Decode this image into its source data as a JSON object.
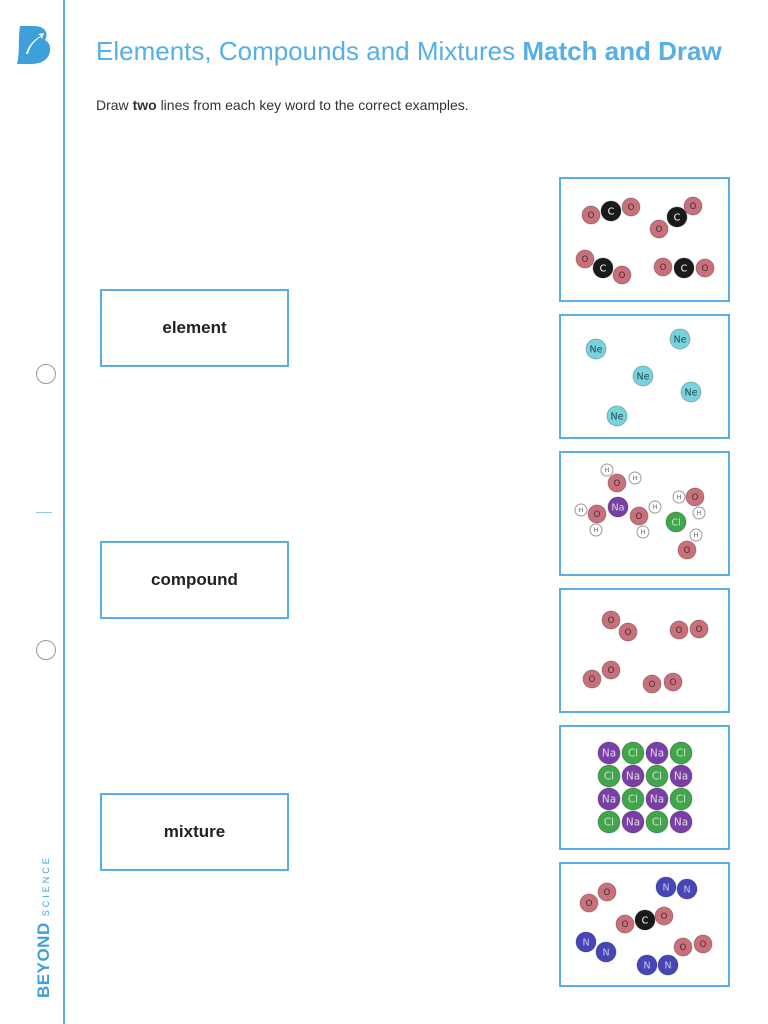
{
  "header": {
    "title_regular": "Elements, Compounds and Mixtures",
    "title_bold": "Match and Draw"
  },
  "instructions": {
    "before": "Draw",
    "emphasis": "two",
    "after": "lines from each key word to the correct examples."
  },
  "key_words": [
    "element",
    "compound",
    "mixture"
  ],
  "brand": {
    "main": "BEYOND",
    "sub": "SCIENCE"
  },
  "colors": {
    "accent": "#5aaee3",
    "title": "#56afe6",
    "oxygen": "#c9707a",
    "carbon": "#1a1a1a",
    "neon": "#79d3dc",
    "sodium": "#7a3fa6",
    "chlorine": "#3fa64a",
    "nitrogen": "#4646b8",
    "hydrogen": "#ffffff"
  },
  "examples": [
    {
      "name": "carbon-dioxide",
      "atom_labels": [
        "O",
        "C"
      ]
    },
    {
      "name": "neon-atoms",
      "atom_labels": [
        "Ne"
      ]
    },
    {
      "name": "mixed-solution",
      "atom_labels": [
        "H",
        "O",
        "Na",
        "Cl"
      ]
    },
    {
      "name": "oxygen-molecules",
      "atom_labels": [
        "O"
      ]
    },
    {
      "name": "sodium-chloride-lattice",
      "atom_labels": [
        "Na",
        "Cl"
      ]
    },
    {
      "name": "air-mixture",
      "atom_labels": [
        "O",
        "C",
        "N"
      ]
    }
  ]
}
